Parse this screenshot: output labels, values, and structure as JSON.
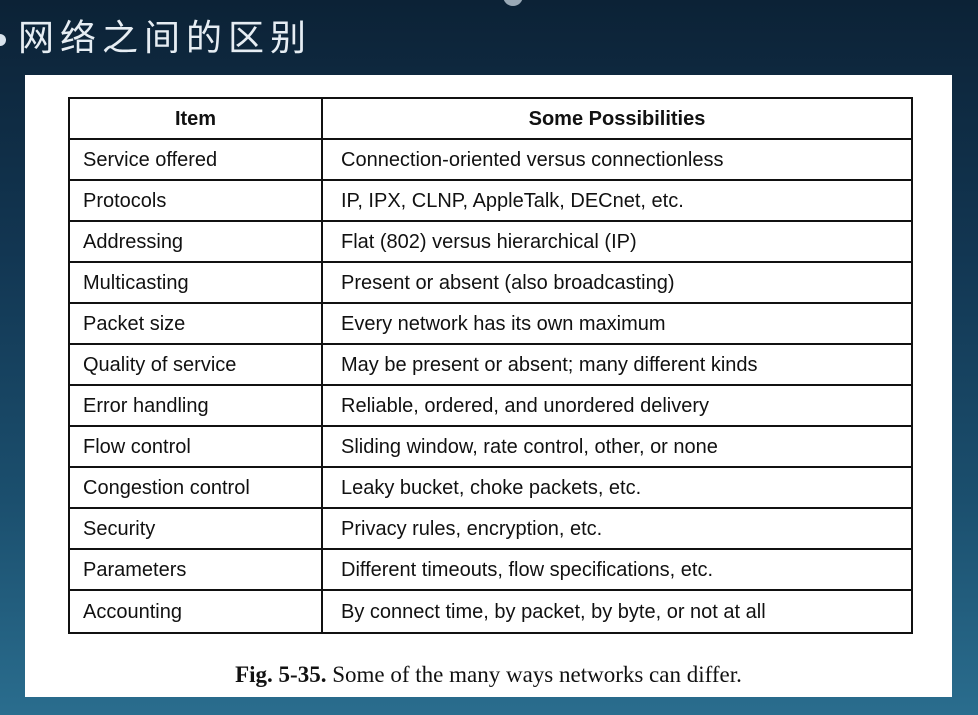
{
  "slide": {
    "title": "网络之间的区别"
  },
  "table": {
    "headers": {
      "item": "Item",
      "possibilities": "Some Possibilities"
    },
    "rows": [
      {
        "item": "Service offered",
        "possibility": "Connection-oriented versus connectionless"
      },
      {
        "item": "Protocols",
        "possibility": "IP, IPX, CLNP, AppleTalk, DECnet, etc."
      },
      {
        "item": "Addressing",
        "possibility": "Flat (802) versus hierarchical (IP)"
      },
      {
        "item": "Multicasting",
        "possibility": "Present or absent (also broadcasting)"
      },
      {
        "item": "Packet size",
        "possibility": "Every network has its own maximum"
      },
      {
        "item": "Quality of service",
        "possibility": "May be present or absent; many different kinds"
      },
      {
        "item": "Error handling",
        "possibility": "Reliable, ordered, and unordered delivery"
      },
      {
        "item": "Flow control",
        "possibility": "Sliding window, rate control, other, or none"
      },
      {
        "item": "Congestion control",
        "possibility": "Leaky bucket, choke packets, etc."
      },
      {
        "item": "Security",
        "possibility": "Privacy rules, encryption, etc."
      },
      {
        "item": "Parameters",
        "possibility": "Different timeouts, flow specifications, etc."
      },
      {
        "item": "Accounting",
        "possibility": "By connect time, by packet, by byte, or not at all"
      }
    ]
  },
  "caption": {
    "label": "Fig. 5-35.",
    "text": "Some of the many ways networks can differ."
  },
  "theme": {
    "panel_background": "#ffffff",
    "title_color": "#e6edf3",
    "rule_color": "#111111"
  }
}
